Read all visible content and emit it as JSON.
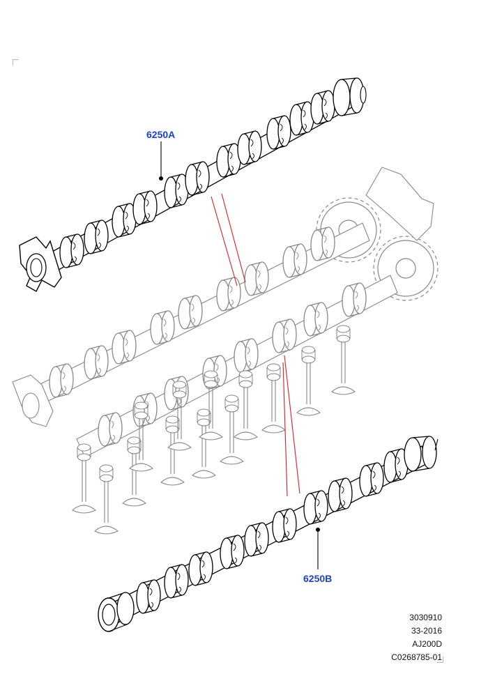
{
  "callouts": {
    "upper": "6250A",
    "lower": "6250B"
  },
  "reference_codes": [
    "3030910",
    "33-2016",
    "AJ200D",
    "C0268785-01"
  ],
  "colors": {
    "callout_text": "#1a3fd6",
    "leader_line": "#d42020",
    "drawing_line": "#000000",
    "ghost_line": "#7a7a7a"
  }
}
